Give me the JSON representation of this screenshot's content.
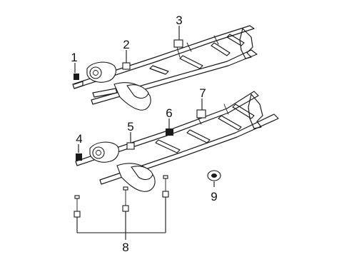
{
  "callouts": [
    {
      "id": "1",
      "text": "1",
      "part": "rear body mount bracket (upper frame)"
    },
    {
      "id": "2",
      "text": "2",
      "part": "body mount bracket (upper frame)"
    },
    {
      "id": "3",
      "text": "3",
      "part": "cab mount bracket (upper frame)"
    },
    {
      "id": "4",
      "text": "4",
      "part": "rear body mount bracket (lower frame)"
    },
    {
      "id": "5",
      "text": "5",
      "part": "body mount bracket (lower frame)"
    },
    {
      "id": "6",
      "text": "6",
      "part": "body mount bracket (lower frame)"
    },
    {
      "id": "7",
      "text": "7",
      "part": "cab mount bracket (lower frame)"
    },
    {
      "id": "8",
      "text": "8",
      "part": "mounting bolts"
    },
    {
      "id": "9",
      "text": "9",
      "part": "frame plug"
    }
  ]
}
